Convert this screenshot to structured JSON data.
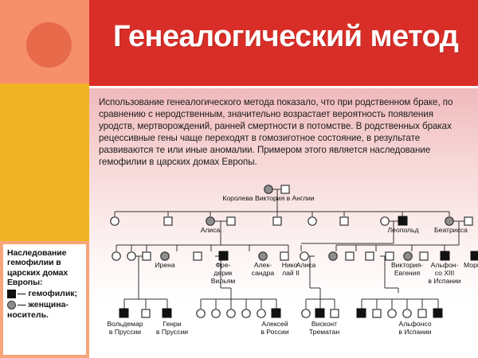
{
  "title": "Генеалогический метод",
  "paragraph": "Использование генеалогического метода показало,  что при родственном браке, по сравнению с неродственным, значительно возрастает вероятность появления уродств,  мертворождений, ранней смертности в потомстве. В родственных браках рецессивные гены чаще переходят в гомозиготное состояние, в результате развиваются те или иные аномалии. Примером этого  является наследование гемофилии в царских домах Европы.",
  "legend": {
    "title_line1": "Наследование",
    "title_line2": "гемофилии в",
    "title_line3": "царских домах",
    "title_line4": "Европы:",
    "item_affected": "— гемофилик;",
    "item_carrier": "— женщина-",
    "item_carrier_tail": "носитель."
  },
  "colors": {
    "title_bar": "#D92E28",
    "sidebar_top": "#F68F6B",
    "sidebar_circle": "#E76A4B",
    "sidebar_yellow": "#F0B323",
    "sidebar_bottom": "#F7A579",
    "affected": "#111111",
    "carrier": "#8e8e8e",
    "line": "#333333"
  },
  "pedigree": {
    "caption_gen1": "Королева Виктория в Англии",
    "labels_gen2": [
      "Алиса",
      "Леопольд",
      "Беатрисса"
    ],
    "labels_gen3": [
      "Ирена",
      "Фре-\nдерик\nВильям",
      "Алек-\nсандра",
      "Нико-\nлай II",
      "Алиса",
      "Виктория-\nЕвгения",
      "Альфон-\nсо XIII\nв Испании",
      "Морис"
    ],
    "labels_gen4": [
      "Вольдемар\nв Пруссии",
      "Генри\nв Пруссии",
      "Алексей\nв России",
      "Висконт\nТрематан",
      "Альфонсо\nв Испании"
    ],
    "symbols": {
      "male_normal": "open-square",
      "male_affected": "filled-square",
      "female_normal": "open-circle",
      "female_carrier": "half-filled-circle"
    }
  }
}
